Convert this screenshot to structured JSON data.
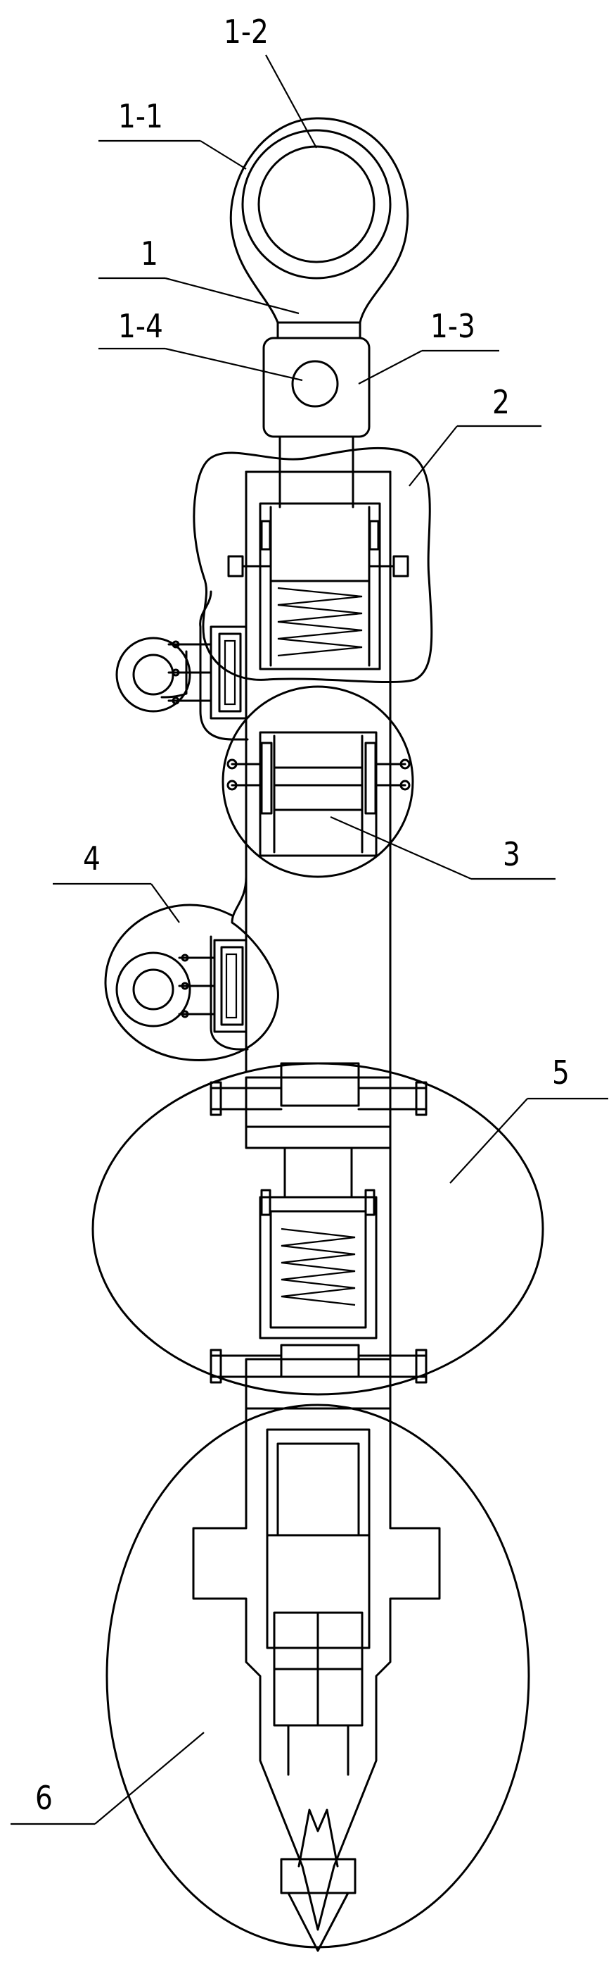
{
  "labels": {
    "l_1_2": "1-2",
    "l_1_1": "1-1",
    "l_1": "1",
    "l_1_4": "1-4",
    "l_1_3": "1-3",
    "l_2": "2",
    "l_3": "3",
    "l_4": "4",
    "l_5": "5",
    "l_6": "6"
  }
}
